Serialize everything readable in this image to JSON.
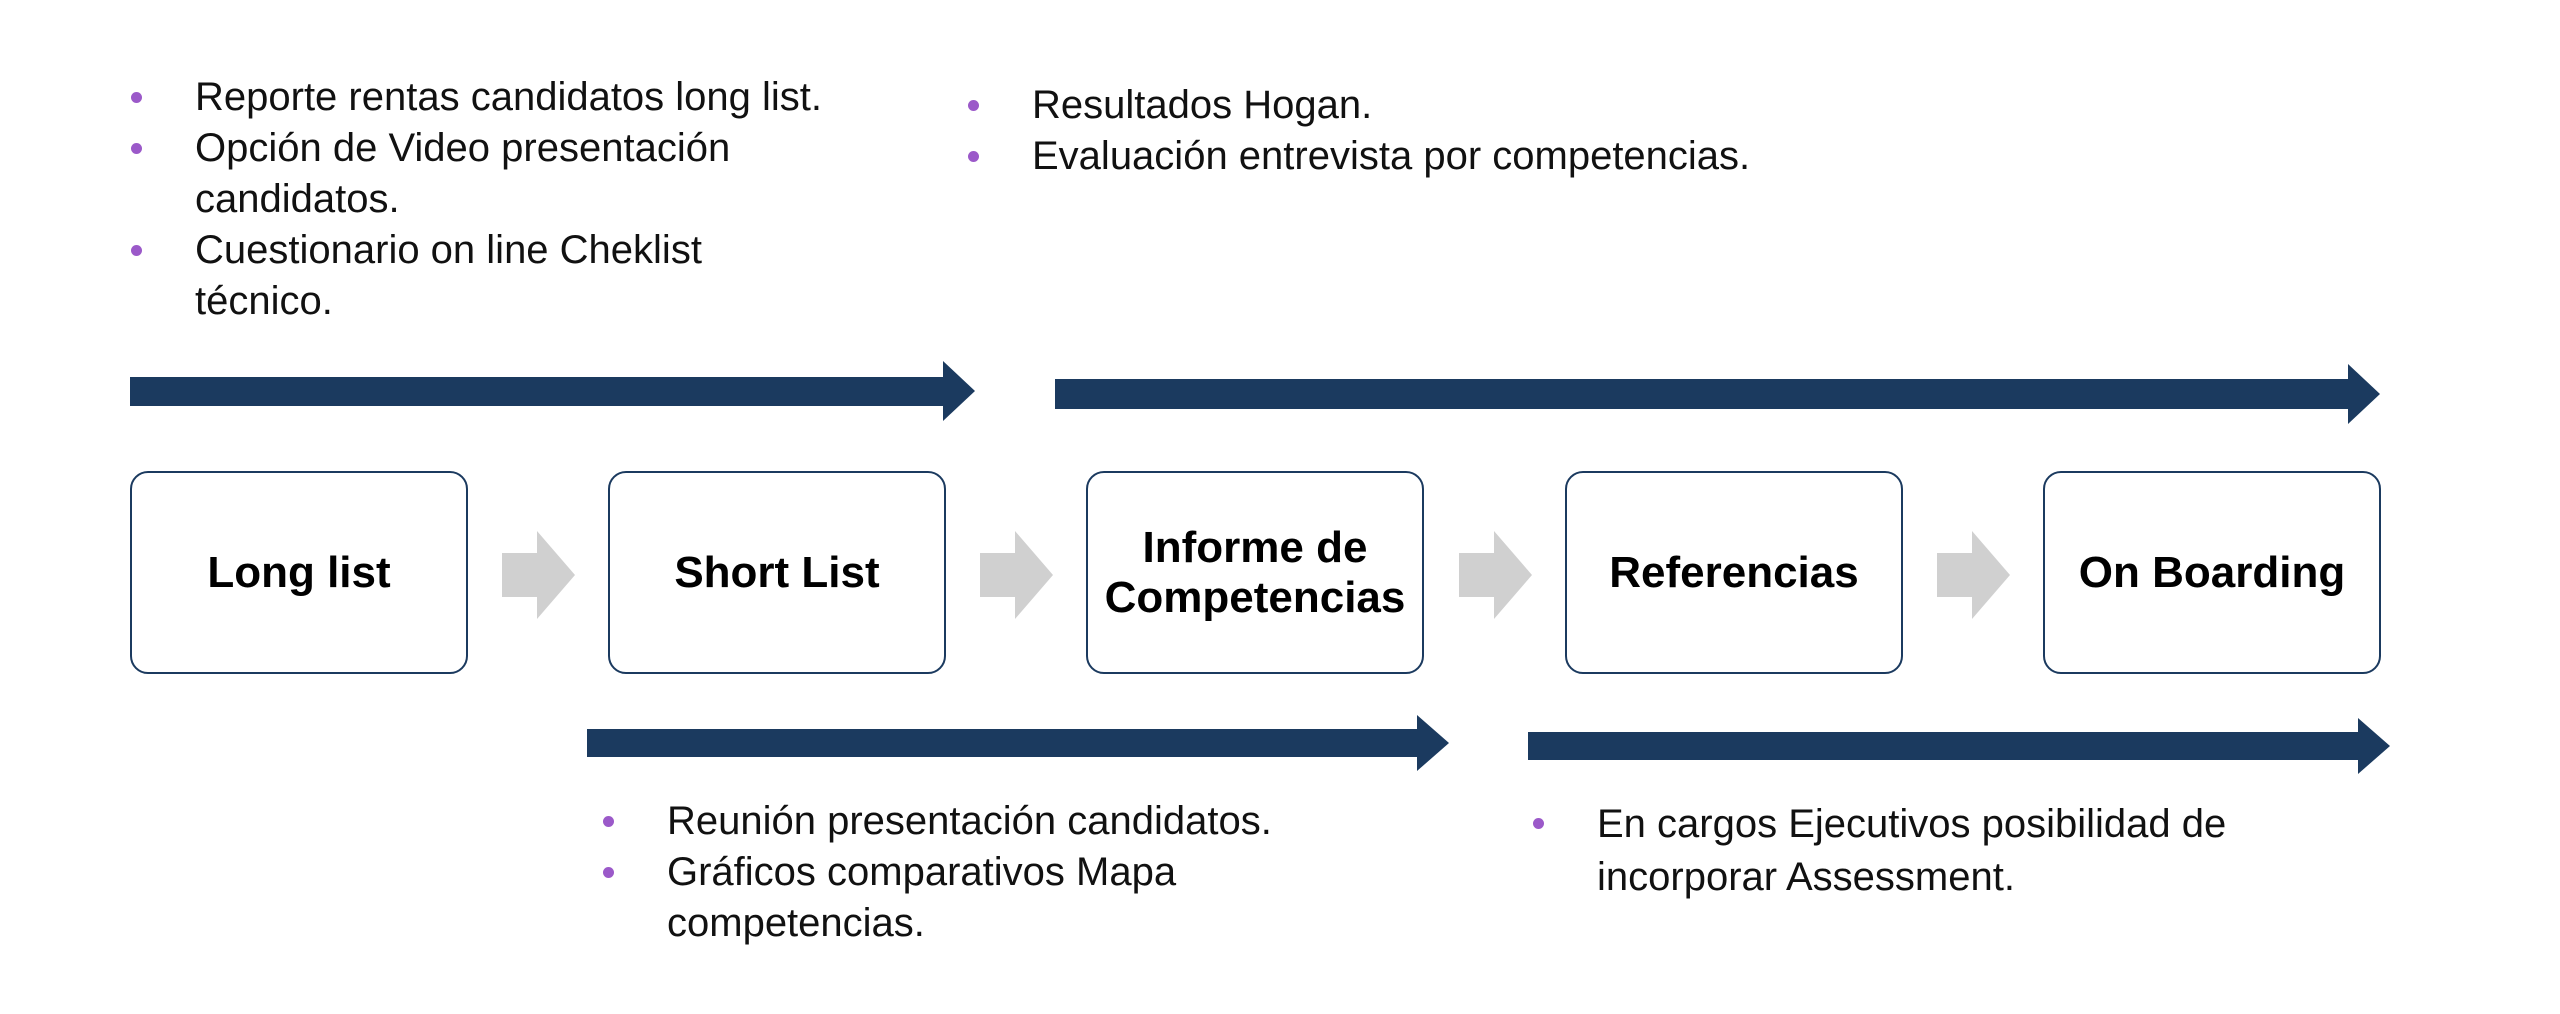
{
  "top_left_bullets": [
    "Reporte rentas candidatos long list.",
    "Opción de Video presentación candidatos.",
    "Cuestionario on line Cheklist técnico."
  ],
  "top_right_bullets": [
    "Resultados Hogan.",
    "Evaluación entrevista por competencias."
  ],
  "bottom_left_bullets": [
    "Reunión presentación candidatos.",
    "Gráficos comparativos Mapa competencias."
  ],
  "bottom_right_bullets": [
    "En cargos Ejecutivos posibilidad de incorporar Assessment."
  ],
  "stages": [
    "Long list",
    "Short List",
    "Informe de Competencias",
    "Referencias",
    "On Boarding"
  ],
  "colors": {
    "arrow": "#1b3a5f",
    "bullet": "#9b59c9",
    "chevron": "#d0d0d0",
    "box_border": "#1b3a5f"
  }
}
